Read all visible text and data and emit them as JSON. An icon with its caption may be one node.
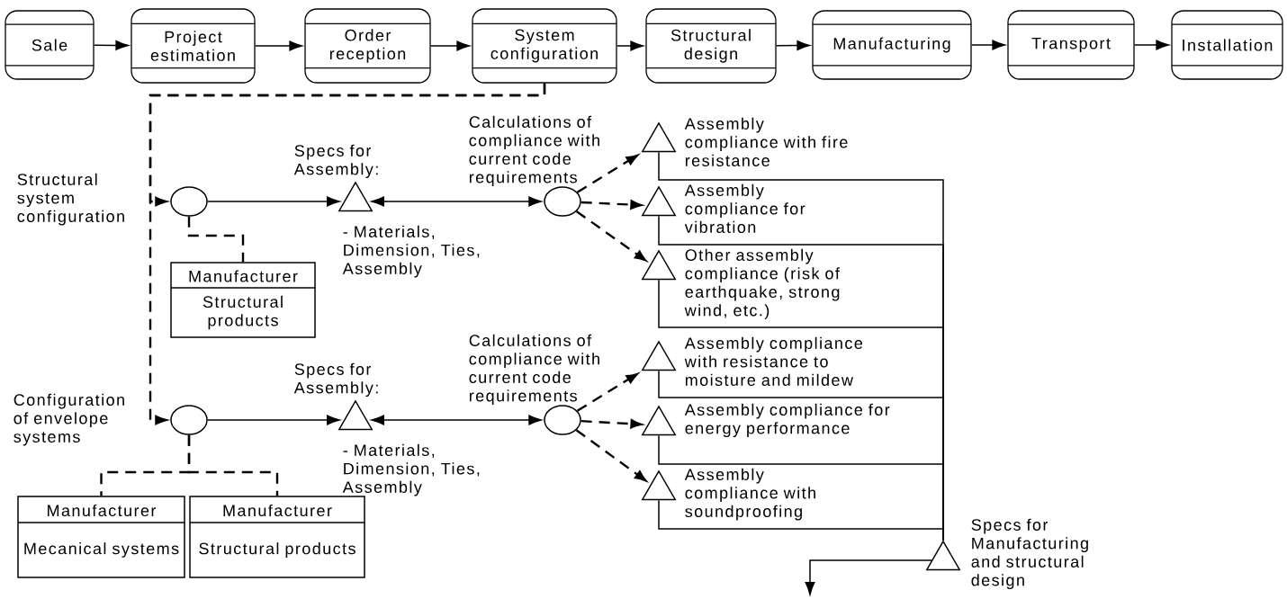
{
  "diagram": {
    "nodes": [
      {
        "text": [
          "Sale"
        ]
      },
      {
        "text": [
          "Project estimation"
        ]
      },
      {
        "text": [
          "Order reception"
        ]
      },
      {
        "text": [
          "System configuration"
        ]
      },
      {
        "text": [
          "Structural design"
        ]
      },
      {
        "text": [
          "Manufacturing"
        ]
      },
      {
        "text": [
          "Transport"
        ]
      },
      {
        "text": [
          "Installation"
        ]
      },
      {
        "text": [],
        "shape": "circle",
        "beside": [
          "Structural system configuration"
        ]
      },
      {
        "text": [
          "Specs for Assembly:",
          "- Materials, Dimension, Ties, Assembly"
        ]
      },
      {
        "text": [],
        "shape": "circle",
        "beside": [
          "Calculations of compliance with current code requirements"
        ]
      },
      {
        "text": [
          "Assembly compliance with fire resistance"
        ]
      },
      {
        "text": [
          "Assembly compliance for vibration"
        ]
      },
      {
        "text": [
          "Other assembly compliance (risk of earthquake, strong wind, etc.)"
        ]
      },
      {
        "text": [
          "Manufacturer",
          "Structural products"
        ]
      },
      {
        "text": [],
        "shape": "circle",
        "beside": [
          "Configuration of envelope systems"
        ]
      },
      {
        "text": [
          "Specs for Assembly:",
          "- Materials, Dimension, Ties, Assembly"
        ]
      },
      {
        "text": [],
        "shape": "circle",
        "beside": [
          "Calculations of compliance with current code requirements"
        ]
      },
      {
        "text": [
          "Assembly compliance with resistance to moisture and mildew"
        ]
      },
      {
        "text": [
          "Assembly compliance for energy performance"
        ]
      },
      {
        "text": [
          "Assembly compliance with soundproofing"
        ]
      },
      {
        "text": [
          "Manufacturer",
          "Mecanical systems"
        ]
      },
      {
        "text": [
          "Manufacturer",
          "Structural products"
        ]
      },
      {
        "text": [
          "Specs for Manufacturing and structural design"
        ]
      }
    ],
    "edges": [
      {
        "from": 0,
        "to": 1,
        "arrow": "to"
      },
      {
        "from": 1,
        "to": 2,
        "arrow": "to"
      },
      {
        "from": 2,
        "to": 3,
        "arrow": "to"
      },
      {
        "from": 3,
        "to": 4,
        "arrow": "to"
      },
      {
        "from": 4,
        "to": 5,
        "arrow": "to"
      },
      {
        "from": 5,
        "to": 6,
        "arrow": "to"
      },
      {
        "from": 6,
        "to": 7,
        "arrow": "to"
      },
      {
        "from": 3,
        "to": 8,
        "arrow": "to",
        "style": "dashed"
      },
      {
        "from": 3,
        "to": 15,
        "arrow": "to",
        "style": "dashed"
      },
      {
        "from": 8,
        "to": 9,
        "arrow": "to"
      },
      {
        "from": 9,
        "to": 10,
        "arrow": "both"
      },
      {
        "from": 10,
        "to": 11,
        "arrow": "to",
        "style": "dashed"
      },
      {
        "from": 10,
        "to": 12,
        "arrow": "to",
        "style": "dashed"
      },
      {
        "from": 10,
        "to": 13,
        "arrow": "to",
        "style": "dashed"
      },
      {
        "from": 8,
        "to": 14,
        "arrow": "none",
        "style": "dashed"
      },
      {
        "from": 11,
        "to": 23,
        "arrow": "none"
      },
      {
        "from": 12,
        "to": 23,
        "arrow": "none"
      },
      {
        "from": 13,
        "to": 23,
        "arrow": "none"
      },
      {
        "from": 15,
        "to": 16,
        "arrow": "to"
      },
      {
        "from": 16,
        "to": 17,
        "arrow": "both"
      },
      {
        "from": 17,
        "to": 18,
        "arrow": "to",
        "style": "dashed"
      },
      {
        "from": 17,
        "to": 19,
        "arrow": "to",
        "style": "dashed"
      },
      {
        "from": 17,
        "to": 20,
        "arrow": "to",
        "style": "dashed"
      },
      {
        "from": 15,
        "to": 21,
        "arrow": "none",
        "style": "dashed"
      },
      {
        "from": 15,
        "to": 22,
        "arrow": "none",
        "style": "dashed"
      },
      {
        "from": 18,
        "to": 23,
        "arrow": "none"
      },
      {
        "from": 19,
        "to": 23,
        "arrow": "none"
      },
      {
        "from": 20,
        "to": 23,
        "arrow": "none"
      },
      {
        "from": 23,
        "to": null,
        "arrow": "to"
      }
    ]
  }
}
